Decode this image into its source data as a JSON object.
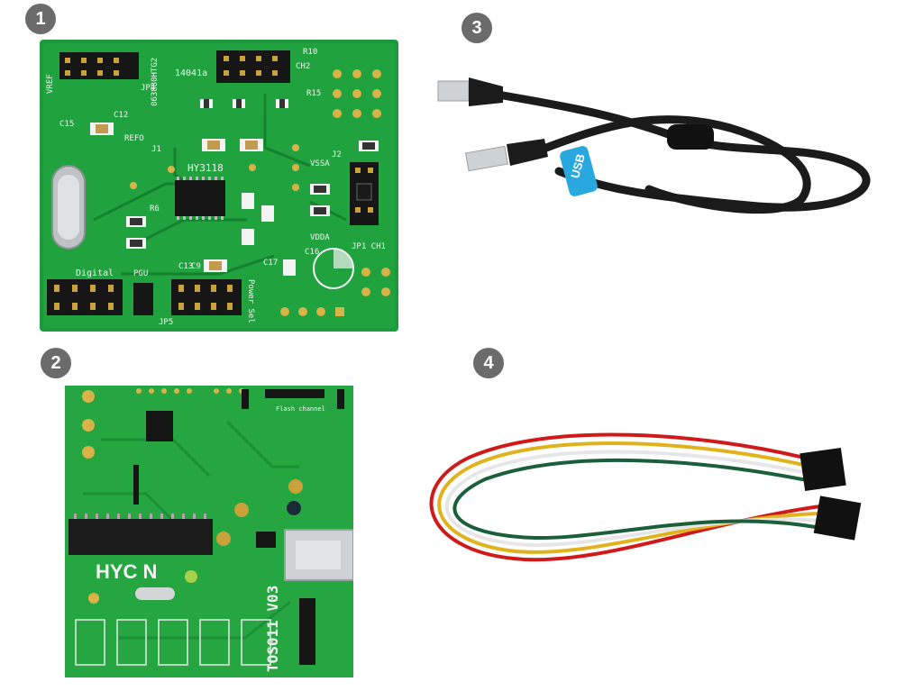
{
  "badges": [
    "1",
    "2",
    "3",
    "4"
  ],
  "board1": {
    "labels": {
      "chip": "HY3118",
      "model": "063880HTG2",
      "rev": "14041a",
      "vref": "VREF",
      "refo": "REFO",
      "jp4": "JP4",
      "vssa": "VSSA",
      "vdda": "VDDA",
      "jp1_ch1": "JP1 CH1",
      "ch2": "CH2",
      "digital": "Digital",
      "pgu": "PGU",
      "power_sel": "Power Sel",
      "c16": "C16",
      "c17": "C17",
      "c13": "C13",
      "c9": "C9",
      "r6": "R6",
      "r10": "R10",
      "r15": "R15",
      "jp5": "JP5",
      "j1": "J1",
      "j2": "J2",
      "c15": "C15",
      "c12": "C12"
    },
    "colors": {
      "pcb": "#1d9a3b",
      "pcb_dark": "#137a2b",
      "silk": "#f2f2f2"
    }
  },
  "board2": {
    "labels": {
      "brand": "HYC N",
      "board_id": "TOS011 V03",
      "flash_channel": "Flash channel"
    },
    "colors": {
      "pcb": "#25a640"
    }
  },
  "usb_cable": {
    "label": "USB",
    "colors": {
      "cable": "#1b1b1b",
      "tag": "#29a8df"
    }
  },
  "jumper_wires": {
    "colors": {
      "red": "#d01a1a",
      "yellow": "#e0b31d",
      "white": "#e6e6e6",
      "green": "#1b5e3a",
      "black": "#111111"
    }
  }
}
